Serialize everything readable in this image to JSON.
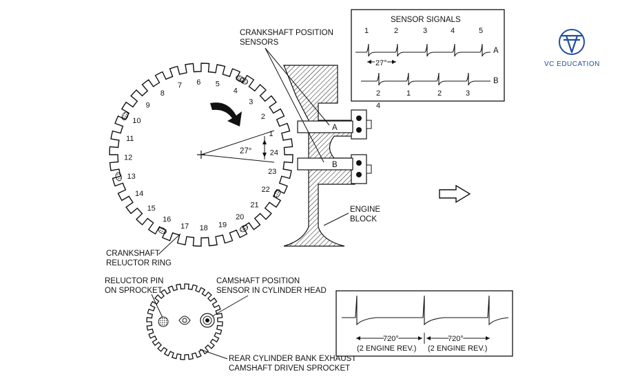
{
  "brand": {
    "logo_text": "VC EDUCATION",
    "color": "#1f4e9c"
  },
  "labels": {
    "sensor_signals": "SENSOR SIGNALS",
    "crank_sensors_1": "CRANKSHAFT POSITION",
    "crank_sensors_2": "SENSORS",
    "engine_block_1": "ENGINE",
    "engine_block_2": "BLOCK",
    "reluctor_ring_1": "CRANKSHAFT",
    "reluctor_ring_2": "RELUCTOR RING",
    "reluctor_pin_1": "RELUCTOR PIN",
    "reluctor_pin_2": "ON SPROCKET",
    "cam_sensor_1": "CAMSHAFT POSITION",
    "cam_sensor_2": "SENSOR IN CYLINDER HEAD",
    "sprocket_1": "REAR CYLINDER BANK EXHAUST",
    "sprocket_2": "CAMSHAFT DRIVEN SPROCKET",
    "sensor_a": "A",
    "sensor_b": "B",
    "angle_27": "27°",
    "signal_27": "27°",
    "signal_a": "A",
    "signal_b": "B",
    "cam_720_a": "720°",
    "cam_720_b": "720°",
    "cam_rev_a": "(2 ENGINE REV.)",
    "cam_rev_b": "(2 ENGINE REV.)"
  },
  "signal_a_numbers": [
    "1",
    "2",
    "3",
    "4",
    "5"
  ],
  "signal_b_numbers": [
    "2",
    "1",
    "2",
    "3"
  ],
  "signal_b_extra": "4",
  "ring_numbers": [
    "1",
    "2",
    "3",
    "4",
    "5",
    "6",
    "7",
    "8",
    "9",
    "10",
    "11",
    "12",
    "13",
    "14",
    "15",
    "16",
    "17",
    "18",
    "19",
    "20",
    "21",
    "22",
    "23",
    "24"
  ]
}
